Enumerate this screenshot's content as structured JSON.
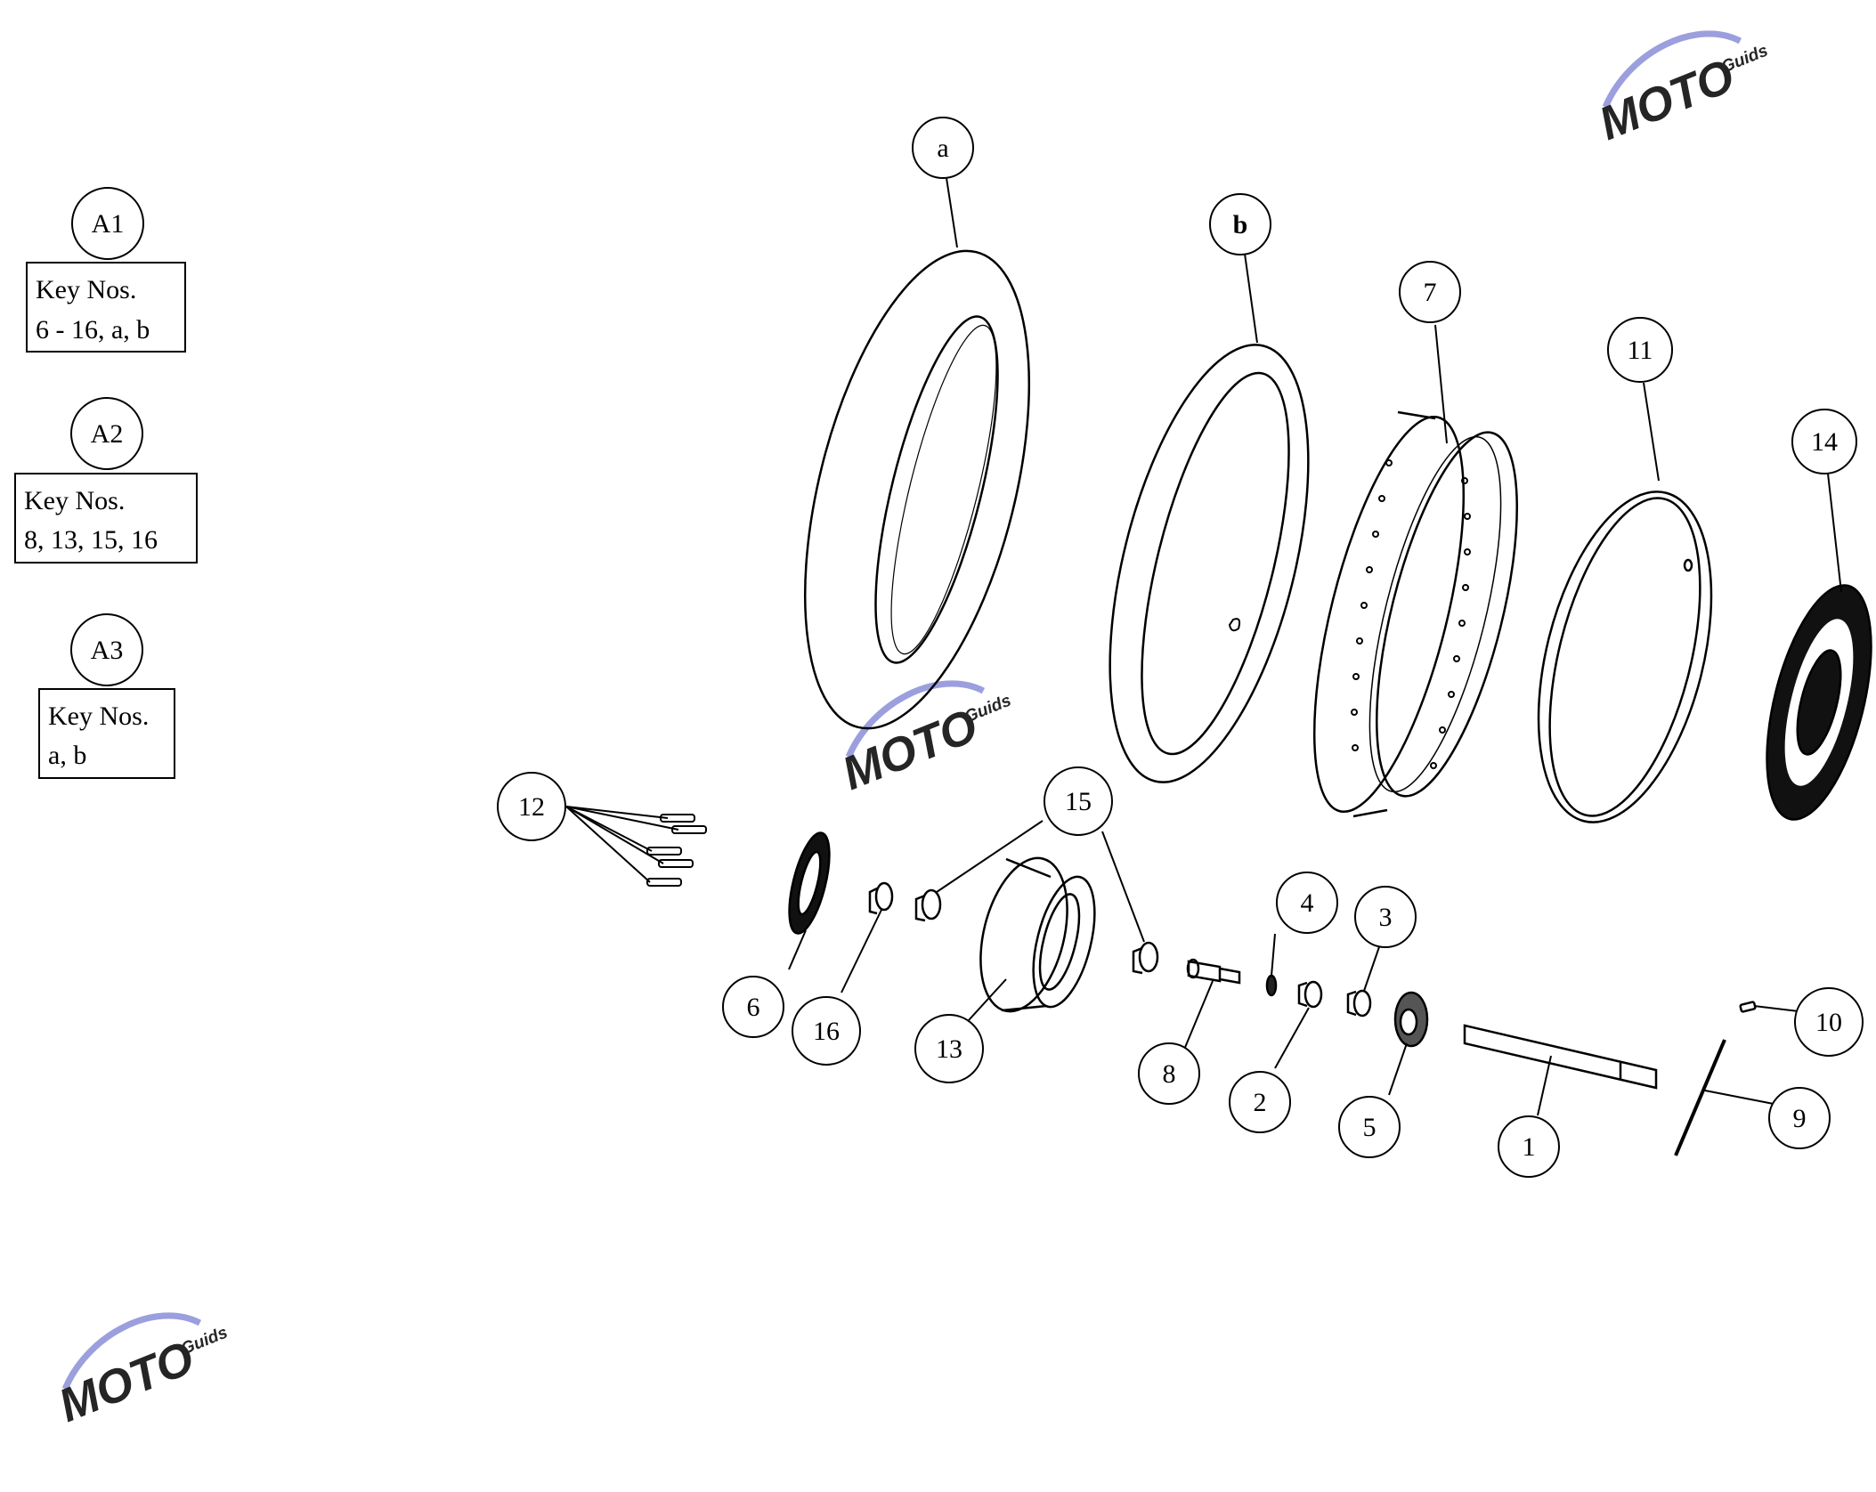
{
  "groups": [
    {
      "id": "A1",
      "key_label": "Key Nos.",
      "key_range": "6 - 16, a, b"
    },
    {
      "id": "A2",
      "key_label": "Key Nos.",
      "key_range": "8, 13, 15, 16"
    },
    {
      "id": "A3",
      "key_label": "Key Nos.",
      "key_range": "a, b"
    }
  ],
  "callouts": {
    "a": "a",
    "b": "b",
    "c1": "1",
    "c2": "2",
    "c3": "3",
    "c4": "4",
    "c5": "5",
    "c6": "6",
    "c7": "7",
    "c8": "8",
    "c9": "9",
    "c10": "10",
    "c11": "11",
    "c12": "12",
    "c13": "13",
    "c14": "14",
    "c15": "15",
    "c16": "16"
  },
  "watermark": {
    "brand": "MOTO",
    "sub": "Guids",
    "accent": "#c0392b",
    "swoosh": "#8a8fd8"
  }
}
